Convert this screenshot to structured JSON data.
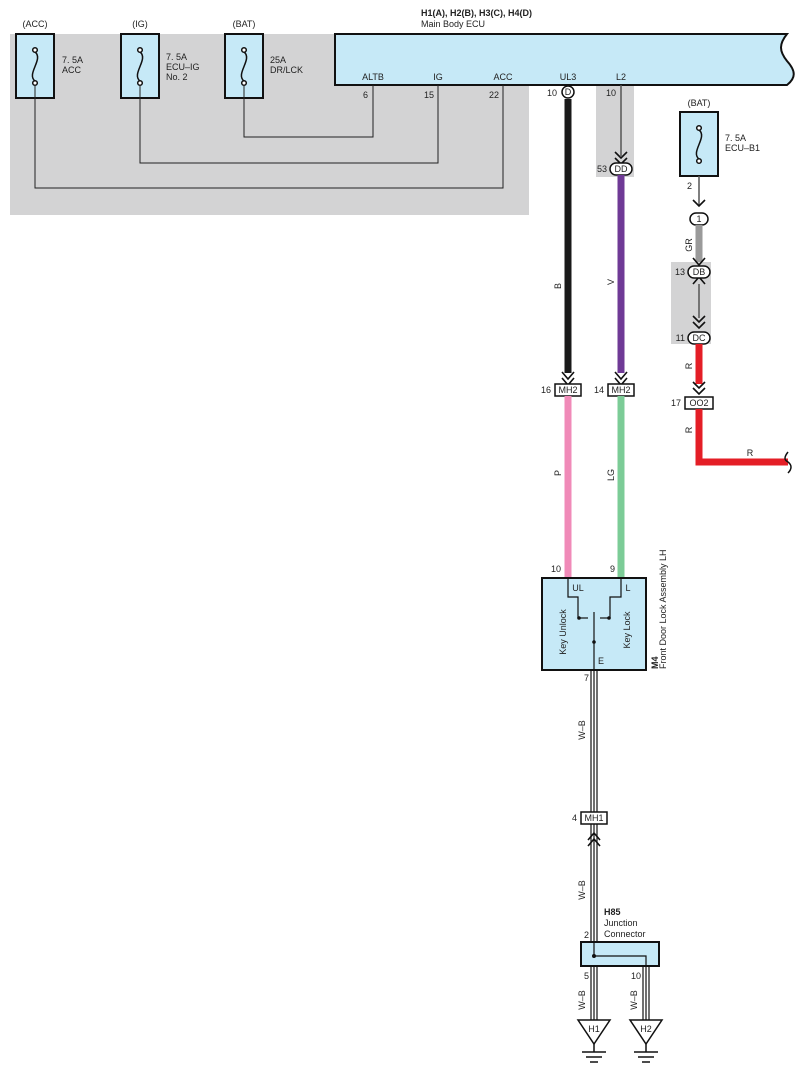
{
  "ecu": {
    "header_line1": "H1(A), H2(B), H3(C), H4(D)",
    "header_line2": "Main Body ECU",
    "terminals": [
      "ALTB",
      "IG",
      "ACC",
      "UL3",
      "L2"
    ],
    "pins": [
      "6",
      "15",
      "22",
      "10",
      "10"
    ]
  },
  "fuses": [
    {
      "header": "(ACC)",
      "rating": "7. 5A",
      "name1": "ACC",
      "name2": "",
      "name3": ""
    },
    {
      "header": "(IG)",
      "rating": "7. 5A",
      "name1": "ECU–IG",
      "name2": "No. 2",
      "name3": ""
    },
    {
      "header": "(BAT)",
      "rating": "25A",
      "name1": "DR/LCK",
      "name2": "",
      "name3": ""
    },
    {
      "header": "(BAT)",
      "rating": "7. 5A",
      "name1": "ECU–B1",
      "name2": "",
      "name3": ""
    }
  ],
  "connectors": {
    "d_pin": "D",
    "dd": "DD",
    "dd_pin": "53",
    "one": "1",
    "fuse_pin": "2",
    "db": "DB",
    "db_pin": "13",
    "dc": "DC",
    "dc_pin": "11",
    "oo2": "OO2",
    "oo2_pin": "17",
    "mh2": "MH2",
    "mh2_ul_pin": "16",
    "mh2_l_pin": "14",
    "mh1": "MH1",
    "mh1_pin": "4"
  },
  "wire_colors": {
    "B": "B",
    "V": "V",
    "P": "P",
    "LG": "LG",
    "GR": "GR",
    "R1": "R",
    "R2": "R",
    "R3": "R",
    "WB1": "W–B",
    "WB2": "W–B",
    "WB3": "W–B",
    "WB4": "W–B"
  },
  "colors": {
    "black": "#1a1a1a",
    "violet": "#6f3a96",
    "pink": "#f08ab8",
    "light_green": "#7ccc97",
    "gray": "#9a9a9a",
    "red": "#e41e26",
    "box_fill": "#c6e9f7",
    "shade": "#d3d3d4"
  },
  "m4": {
    "code": "M4",
    "name": "Front Door Lock Assembly LH",
    "pin_ul": "10",
    "pin_l": "9",
    "pin_e": "7",
    "term_ul": "UL",
    "term_l": "L",
    "term_e": "E",
    "key_unlock": "Key Unlock",
    "key_lock": "Key Lock"
  },
  "h85": {
    "code": "H85",
    "line1": "Junction",
    "line2": "Connector",
    "pin_in": "2",
    "pin_a": "5",
    "pin_b": "10"
  },
  "grounds": [
    "H1",
    "H2"
  ]
}
